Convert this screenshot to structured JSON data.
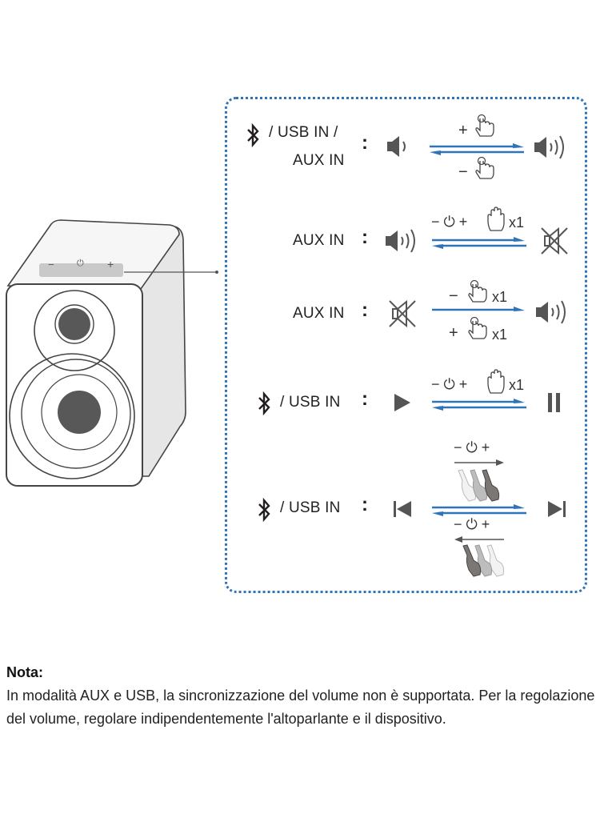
{
  "colors": {
    "accent_blue": "#2f74b9",
    "icon_dark": "#555555",
    "text": "#231f20"
  },
  "speaker": {
    "buttons": [
      "−",
      "⏻",
      "+"
    ]
  },
  "rows": [
    {
      "source_line1": "/ USB IN /",
      "source_line2": "AUX IN",
      "has_bluetooth": true,
      "from_icon": "volume-low-icon",
      "to_icon": "volume-high-icon",
      "top_label": "+",
      "bottom_label": "−",
      "gesture": "tap",
      "arrows": "bidirectional"
    },
    {
      "source_line1": "AUX IN",
      "has_bluetooth": false,
      "from_icon": "volume-high-icon",
      "to_icon": "mute-icon",
      "top_label": "− ⏻ +",
      "top_count": "x1",
      "gesture": "palm-press",
      "arrows": "bidirectional"
    },
    {
      "source_line1": "AUX IN",
      "has_bluetooth": false,
      "from_icon": "mute-icon",
      "to_icon": "volume-high-icon",
      "top_label": "−",
      "top_count": "x1",
      "bottom_label": "+",
      "bottom_count": "x1",
      "gesture": "tap",
      "arrows": "forward"
    },
    {
      "source_line1": "/ USB IN",
      "has_bluetooth": true,
      "from_icon": "play-icon",
      "to_icon": "pause-icon",
      "top_label": "− ⏻ +",
      "top_count": "x1",
      "gesture": "palm-press",
      "arrows": "bidirectional"
    },
    {
      "source_line1": "/ USB IN",
      "has_bluetooth": true,
      "from_icon": "previous-track-icon",
      "to_icon": "next-track-icon",
      "top_label": "− ⏻ +",
      "bottom_label": "− ⏻ +",
      "gesture": "swipe",
      "arrows": "bidirectional"
    }
  ],
  "separator": ":",
  "note": {
    "title": "Nota:",
    "text": "In modalità AUX e USB, la sincronizzazione del volume non è supportata. Per la regolazione del volume, regolare indipendentemente l'altoparlante e il dispositivo."
  }
}
